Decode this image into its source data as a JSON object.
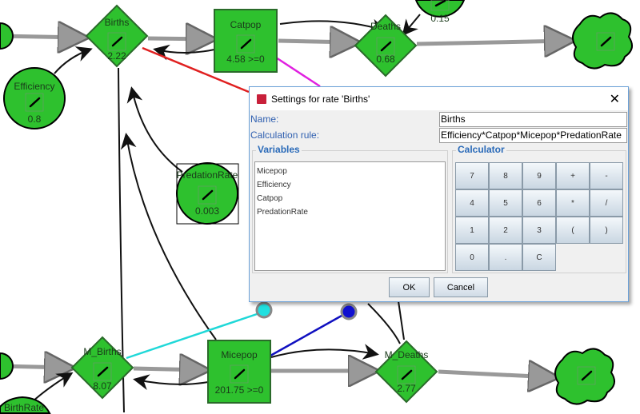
{
  "diagram": {
    "births": {
      "name": "Births",
      "value": "2.22"
    },
    "catpop": {
      "name": "Catpop",
      "value": "4.58  >=0"
    },
    "deaths": {
      "name": "Deaths",
      "value": "0.68"
    },
    "top_circle": {
      "value": "0.15"
    },
    "efficiency": {
      "name": "Efficiency",
      "value": "0.8"
    },
    "predation": {
      "name": "PredationRate",
      "value": "0.003"
    },
    "m_births": {
      "name": "M_Births",
      "value": "8.07"
    },
    "micepop": {
      "name": "Micepop",
      "value": "201.75  >=0"
    },
    "m_deaths": {
      "name": "M_Deaths",
      "value": "2.77"
    },
    "birthrate": {
      "name": "BirthRate"
    }
  },
  "dialog": {
    "title": "Settings for rate 'Births'",
    "name_label": "Name:",
    "name_value": "Births",
    "rule_label": "Calculation rule:",
    "rule_value": "Efficiency*Catpop*Micepop*PredationRate",
    "variables_title": "Variables",
    "variables": [
      "Micepop",
      "Efficiency",
      "Catpop",
      "PredationRate"
    ],
    "calculator_title": "Calculator",
    "keys": [
      "7",
      "8",
      "9",
      "+",
      "-",
      "4",
      "5",
      "6",
      "*",
      "/",
      "1",
      "2",
      "3",
      "(",
      ")",
      "0",
      ".",
      "C"
    ],
    "ok": "OK",
    "cancel": "Cancel"
  }
}
